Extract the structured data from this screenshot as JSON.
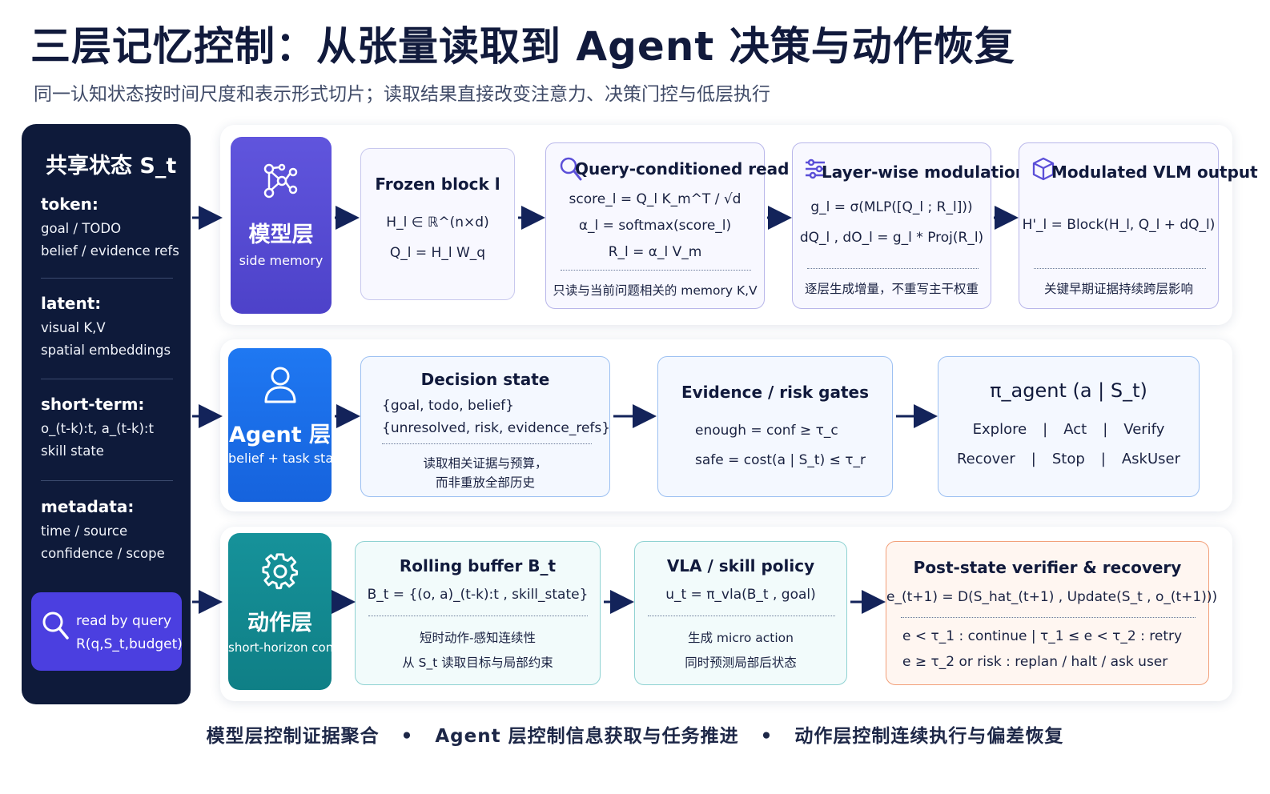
{
  "title": "三层记忆控制：从张量读取到 Agent 决策与动作恢复",
  "subtitle": "同一认知状态按时间尺度和表示形式切片；读取结果直接改变注意力、决策门控与低层执行",
  "shared_state": {
    "title": "共享状态 S_t",
    "sections": [
      {
        "head": "token:",
        "lines": [
          "goal / TODO",
          "belief / evidence refs"
        ]
      },
      {
        "head": "latent:",
        "lines": [
          "visual K,V",
          "spatial embeddings"
        ]
      },
      {
        "head": "short-term:",
        "lines": [
          "o_(t-k):t, a_(t-k):t",
          "skill state"
        ]
      },
      {
        "head": "metadata:",
        "lines": [
          "time / source",
          "confidence / scope"
        ]
      }
    ],
    "read_query": {
      "line1": "read by query",
      "line2": "R(q,S_t,budget)"
    }
  },
  "model_row": {
    "layer": {
      "name": "模型层",
      "sub": "side memory"
    },
    "frozen": {
      "title": "Frozen block l",
      "lines": [
        "H_l ∈ ℝ^(n×d)",
        "Q_l = H_l W_q"
      ]
    },
    "query": {
      "title": "Query-conditioned read",
      "lines": [
        "score_l = Q_l K_m^T / √d",
        "α_l = softmax(score_l)",
        "R_l = α_l V_m"
      ],
      "note": "只读与当前问题相关的 memory K,V"
    },
    "layerwise": {
      "title": "Layer-wise modulation",
      "lines": [
        "g_l = σ(MLP([Q_l ; R_l]))",
        "dQ_l , dO_l = g_l * Proj(R_l)"
      ],
      "note": "逐层生成增量，不重写主干权重"
    },
    "output": {
      "title": "Modulated VLM output",
      "lines": [
        "H'_l = Block(H_l, Q_l + dQ_l)"
      ],
      "note": "关键早期证据持续跨层影响"
    }
  },
  "agent_row": {
    "layer": {
      "name": "Agent 层",
      "sub": "belief + task state"
    },
    "decision": {
      "title": "Decision state",
      "lines": [
        "{goal, todo, belief}",
        "{unresolved, risk, evidence_refs}"
      ],
      "notes": [
        "读取相关证据与预算，",
        "而非重放全部历史"
      ]
    },
    "gates": {
      "title": "Evidence / risk gates",
      "lines": [
        "enough = conf ≥ τ_c",
        "safe = cost(a | S_t) ≤ τ_r"
      ]
    },
    "policy": {
      "title": "π_agent (a | S_t)",
      "row1": [
        "Explore",
        "|",
        "Act",
        "|",
        "Verify"
      ],
      "row2": [
        "Recover",
        "|",
        "Stop",
        "|",
        "AskUser"
      ]
    }
  },
  "action_row": {
    "layer": {
      "name": "动作层",
      "sub": "short-horizon control"
    },
    "buffer": {
      "title": "Rolling buffer B_t",
      "line": "B_t = {(o, a)_(t-k):t , skill_state}",
      "notes": [
        "短时动作-感知连续性",
        "从 S_t 读取目标与局部约束"
      ]
    },
    "vla": {
      "title": "VLA / skill policy",
      "line": "u_t = π_vla(B_t , goal)",
      "notes": [
        "生成 micro action",
        "同时预测局部后状态"
      ]
    },
    "verifier": {
      "title": "Post-state verifier & recovery",
      "line": "e_(t+1) = D(S_hat_(t+1) , Update(S_t , o_(t+1)))",
      "notes": [
        "e < τ_1 : continue  |  τ_1 ≤ e < τ_2 : retry",
        "e ≥ τ_2 or risk : replan / halt / ask user"
      ]
    }
  },
  "footer": [
    "模型层控制证据聚合",
    "•",
    "Agent 层控制信息获取与任务推进",
    "•",
    "动作层控制连续执行与偏差恢复"
  ],
  "colors": {
    "navy": "#0e1a3a",
    "model_purple": "#5b4fd8",
    "agent_blue": "#1a6ef0",
    "action_teal": "#12888e",
    "arrow": "#13235a",
    "verifier_orange": "#f2a07a"
  },
  "icons": [
    "network-icon",
    "person-icon",
    "gear-icon",
    "search-icon",
    "sliders-icon",
    "cube-icon"
  ]
}
